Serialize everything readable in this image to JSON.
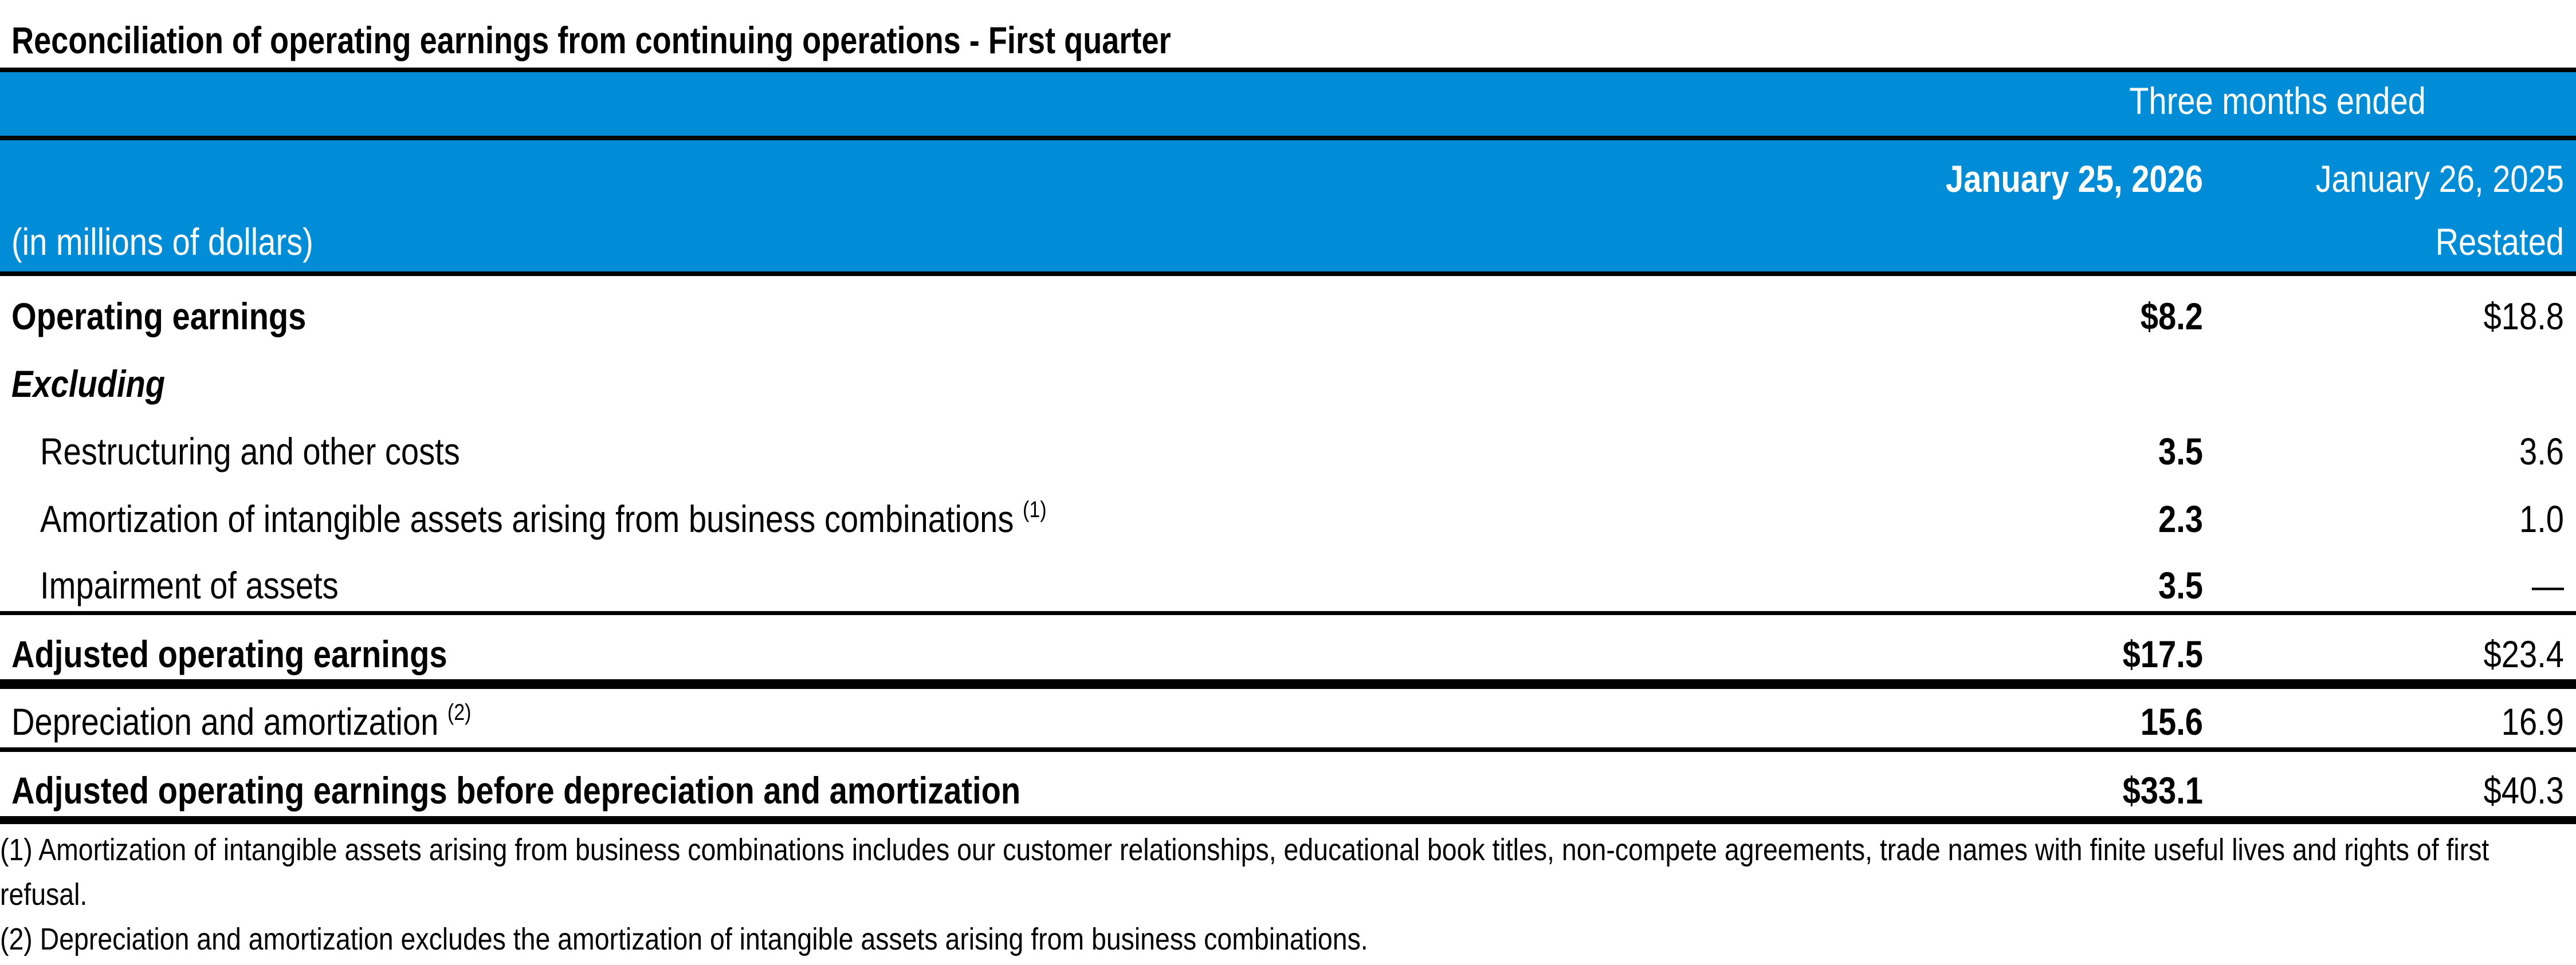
{
  "title": "Reconciliation of operating earnings from continuing operations - First quarter",
  "header": {
    "period_label": "Three months ended",
    "units_label": "(in millions of dollars)",
    "columns": [
      {
        "date": "January 25, 2026",
        "note": ""
      },
      {
        "date": "January 26, 2025",
        "note": "Restated"
      }
    ]
  },
  "rows": [
    {
      "label": "Operating earnings",
      "sup": "",
      "current": "$8.2",
      "prior": "$18.8"
    },
    {
      "label": "Excluding",
      "sup": "",
      "current": "",
      "prior": ""
    },
    {
      "label": "Restructuring and other costs",
      "sup": "",
      "current": "3.5",
      "prior": "3.6"
    },
    {
      "label": "Amortization of intangible assets arising from business combinations",
      "sup": "(1)",
      "current": "2.3",
      "prior": "1.0"
    },
    {
      "label": "Impairment of assets",
      "sup": "",
      "current": "3.5",
      "prior": "—"
    },
    {
      "label": "Adjusted operating earnings",
      "sup": "",
      "current": "$17.5",
      "prior": "$23.4"
    },
    {
      "label": "Depreciation and amortization",
      "sup": "(2)",
      "current": "15.6",
      "prior": "16.9"
    },
    {
      "label": "Adjusted operating earnings before depreciation and amortization",
      "sup": "",
      "current": "$33.1",
      "prior": "$40.3"
    }
  ],
  "footnotes": [
    "(1) Amortization of intangible assets arising from business combinations includes our customer relationships, educational book titles, non-compete agreements, trade names with finite useful lives and rights of first",
    "refusal.",
    "(2) Depreciation and amortization excludes the amortization of intangible assets arising from business combinations."
  ],
  "colors": {
    "header_band": "#008cd6",
    "header_text": "#ffffff",
    "rule": "#000000"
  }
}
